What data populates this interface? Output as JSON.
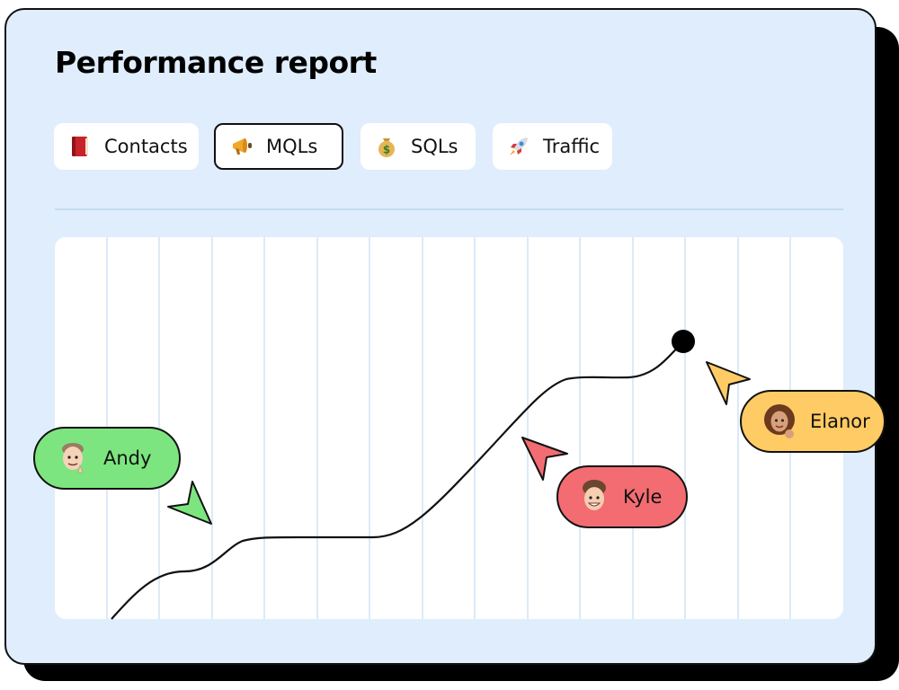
{
  "report": {
    "title": "Performance report",
    "tabs": [
      {
        "label": "Contacts",
        "icon": "book-icon",
        "active": false
      },
      {
        "label": "MQLs",
        "icon": "megaphone-icon",
        "active": true
      },
      {
        "label": "SQLs",
        "icon": "money-bag-icon",
        "active": false
      },
      {
        "label": "Traffic",
        "icon": "rocket-icon",
        "active": false
      }
    ]
  },
  "cursors": [
    {
      "name": "Andy",
      "color": "#7ce57f"
    },
    {
      "name": "Kyle",
      "color": "#f36c72"
    },
    {
      "name": "Elanor",
      "color": "#ffcb64"
    }
  ],
  "colors": {
    "card_background": "#dfedfd",
    "plot_background": "#ffffff",
    "grid": "#dceaf7",
    "line": "#111111"
  }
}
